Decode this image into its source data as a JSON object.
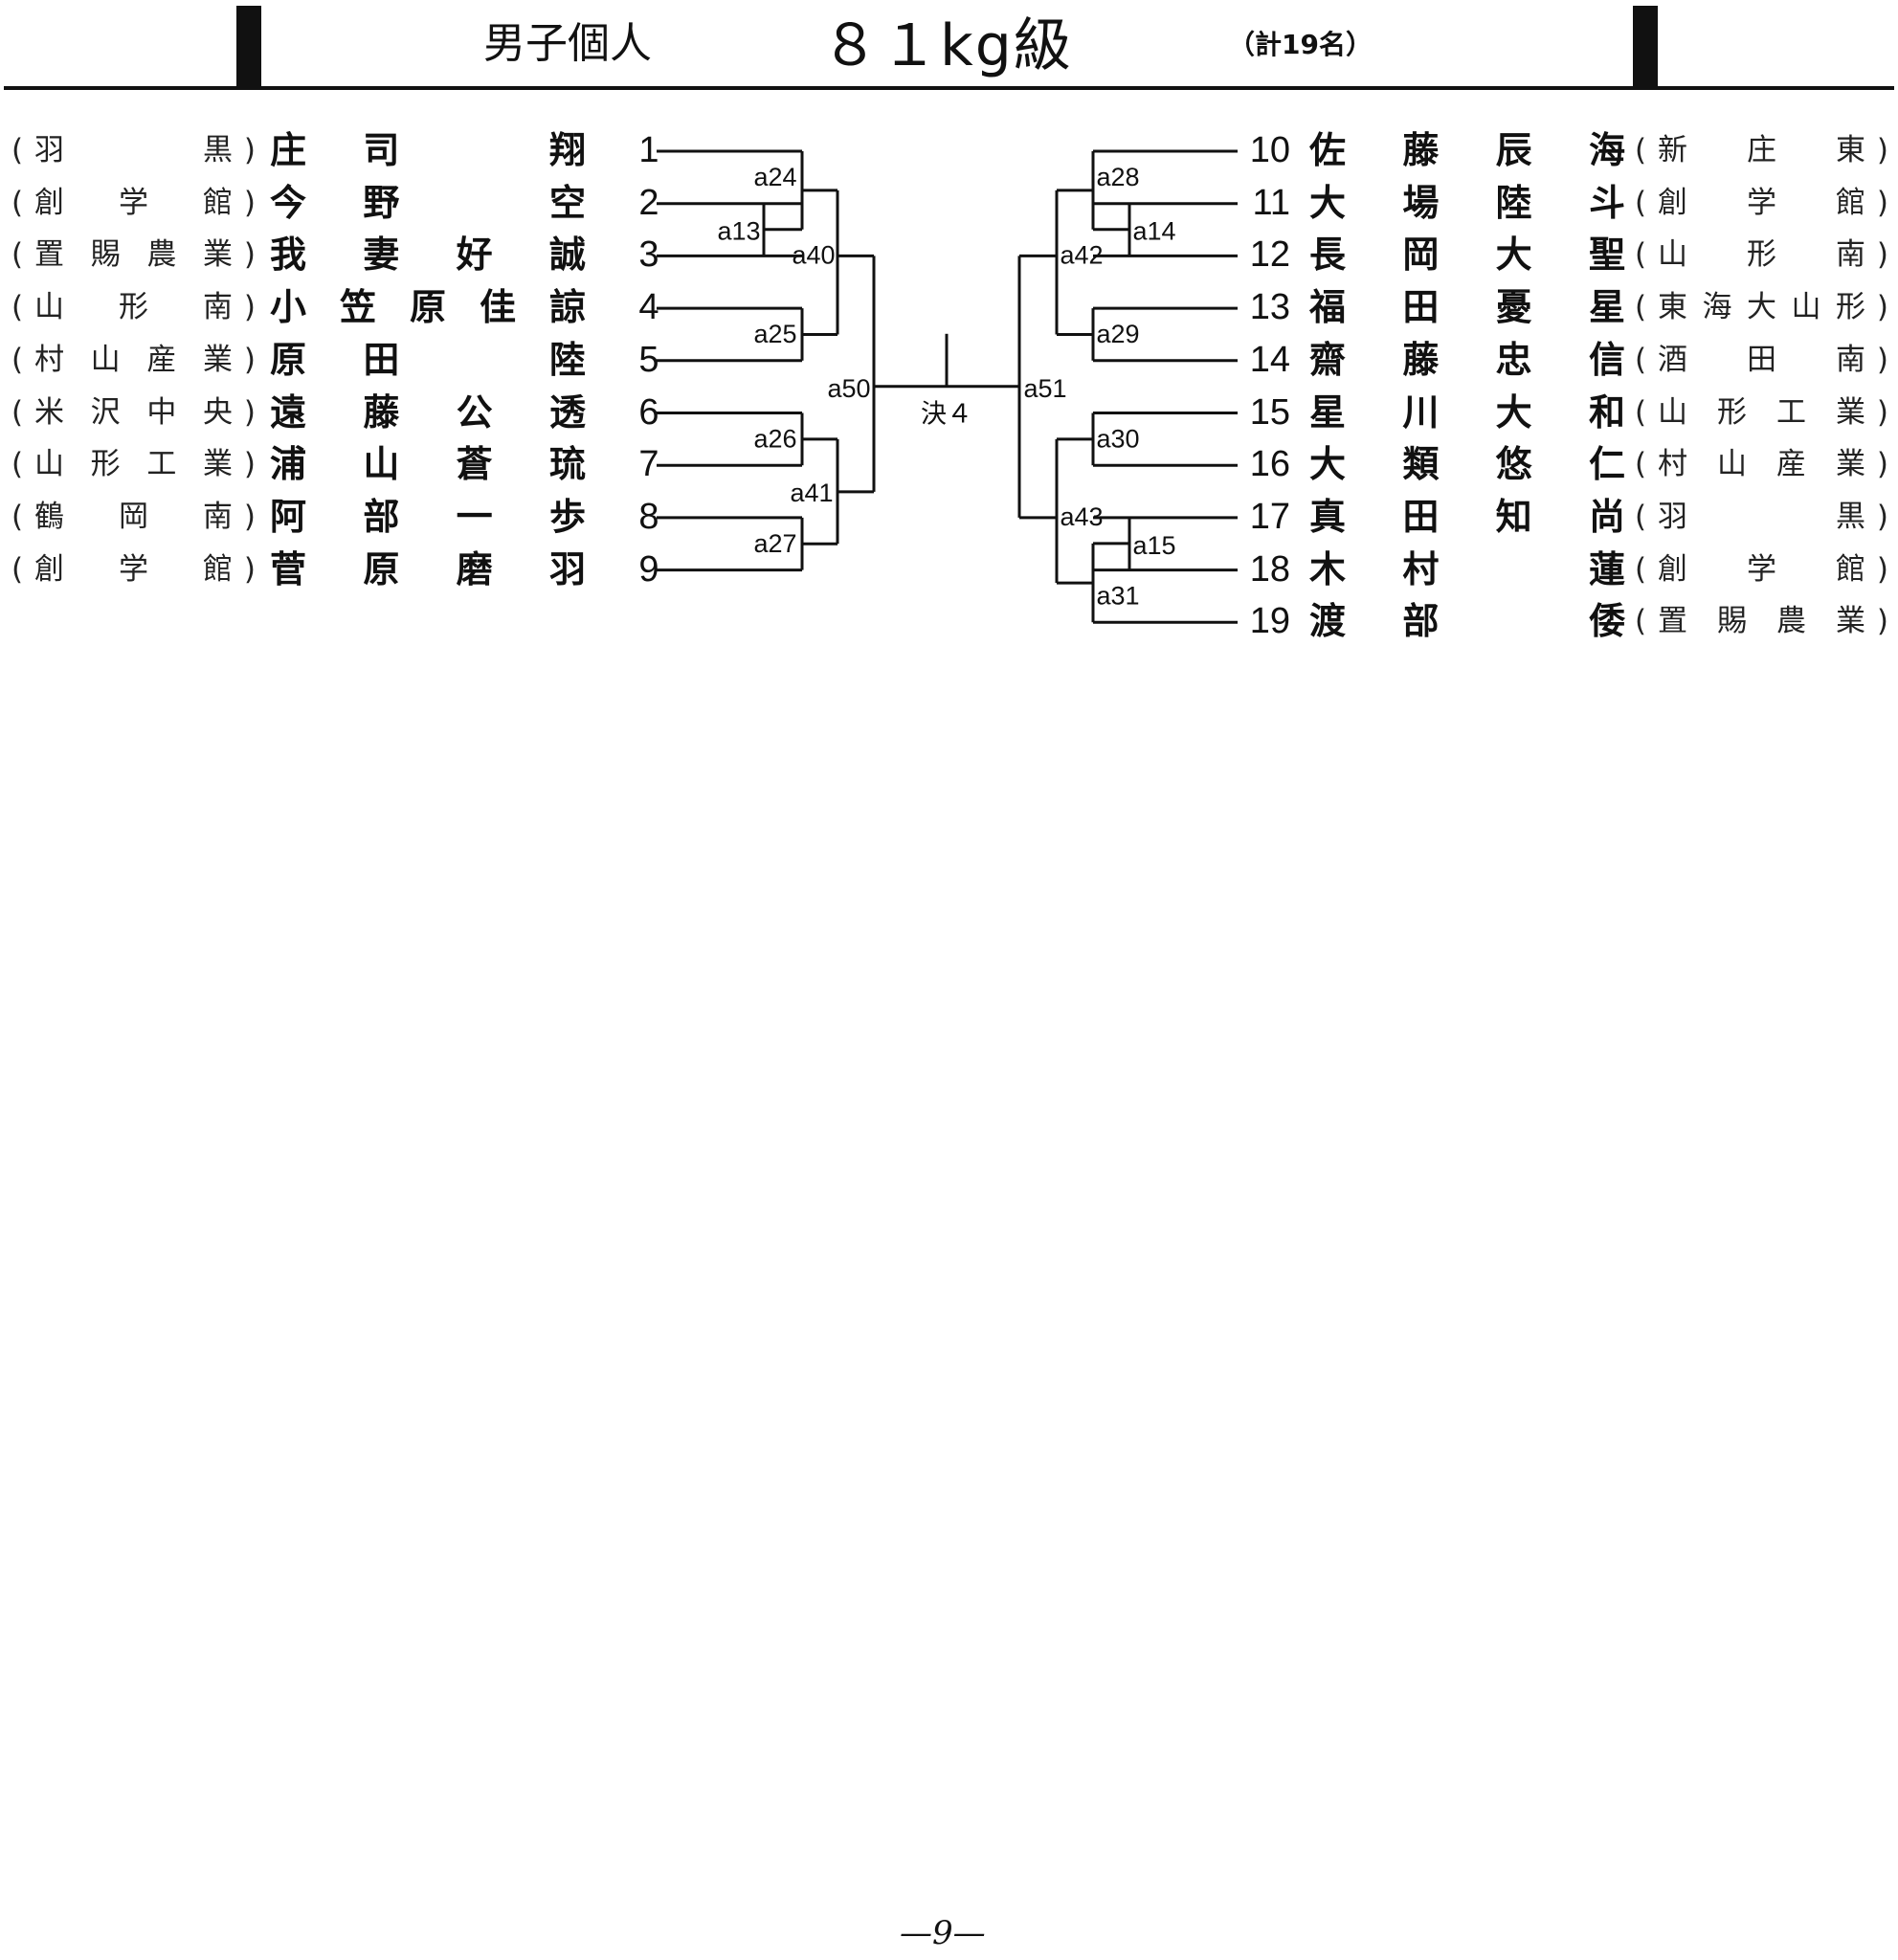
{
  "header": {
    "category": "男子個人",
    "weight": "８１kg級",
    "count": "（計19名）"
  },
  "left_entries": [
    {
      "no": "1",
      "name": "庄司翔",
      "school": "羽黒"
    },
    {
      "no": "2",
      "name": "今野空",
      "school": "創学館"
    },
    {
      "no": "3",
      "name": "我妻好誠",
      "school": "置賜農業"
    },
    {
      "no": "4",
      "name": "小笠原佳諒",
      "school": "山形南"
    },
    {
      "no": "5",
      "name": "原田陸",
      "school": "村山産業"
    },
    {
      "no": "6",
      "name": "遠藤公透",
      "school": "米沢中央"
    },
    {
      "no": "7",
      "name": "浦山蒼琉",
      "school": "山形工業"
    },
    {
      "no": "8",
      "name": "阿部一歩",
      "school": "鶴岡南"
    },
    {
      "no": "9",
      "name": "菅原磨羽",
      "school": "創学館"
    }
  ],
  "right_entries": [
    {
      "no": "10",
      "name": "佐藤辰海",
      "school": "新庄東"
    },
    {
      "no": "11",
      "name": "大場陸斗",
      "school": "創学館"
    },
    {
      "no": "12",
      "name": "長岡大聖",
      "school": "山形南"
    },
    {
      "no": "13",
      "name": "福田憂星",
      "school": "東海大山形"
    },
    {
      "no": "14",
      "name": "齋藤忠信",
      "school": "酒田南"
    },
    {
      "no": "15",
      "name": "星川大和",
      "school": "山形工業"
    },
    {
      "no": "16",
      "name": "大類悠仁",
      "school": "村山産業"
    },
    {
      "no": "17",
      "name": "真田知尚",
      "school": "羽黒"
    },
    {
      "no": "18",
      "name": "木村蓮",
      "school": "創学館"
    },
    {
      "no": "19",
      "name": "渡部倭",
      "school": "置賜農業"
    }
  ],
  "matches": [
    "a13",
    "a24",
    "a25",
    "a26",
    "a27",
    "a40",
    "a41",
    "a50",
    "a28",
    "a14",
    "a29",
    "a30",
    "a15",
    "a31",
    "a42",
    "a43",
    "a51"
  ],
  "final_label": "決４",
  "footer": "—9—"
}
